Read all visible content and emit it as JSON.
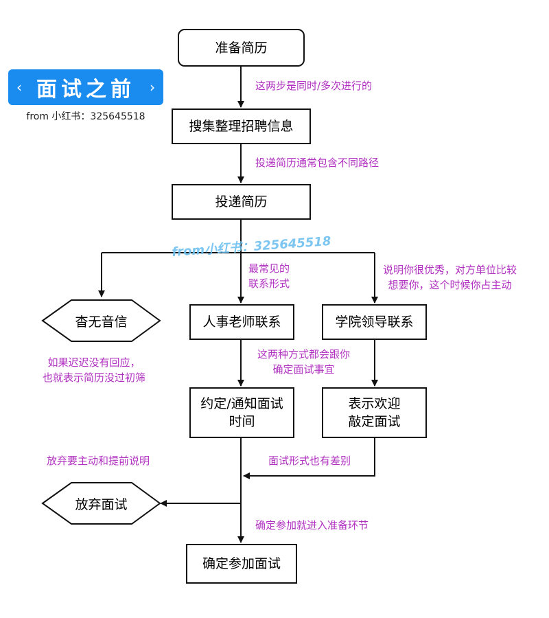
{
  "badge": {
    "title": "面试之前",
    "left_arrow": "‹",
    "right_arrow": "›"
  },
  "credit": "from 小红书：325645518",
  "watermark": "from小红书：325645518",
  "nodes": {
    "prepare_resume": "准备简历",
    "collect_info": "搜集整理招聘信息",
    "submit_resume": "投递简历",
    "no_response": "杳无音信",
    "hr_contact": "人事老师联系",
    "leader_contact": "学院领导联系",
    "schedule_line1": "约定/通知面试",
    "schedule_line2": "时间",
    "welcome_line1": "表示欢迎",
    "welcome_line2": "敲定面试",
    "give_up": "放弃面试",
    "confirm": "确定参加面试"
  },
  "notes": {
    "simultaneous": "这两步是同时/多次进行的",
    "paths": "投递简历通常包含不同路径",
    "common_line1": "最常见的",
    "common_line2": "联系形式",
    "excellent_line1": "说明你很优秀，对方单位比较",
    "excellent_line2": "想要你，这个时候你占主动",
    "no_reply_line1": "如果迟迟没有回应，",
    "no_reply_line2": "也就表示简历没过初筛",
    "both_line1": "这两种方式都会跟你",
    "both_line2": "确定面试事宜",
    "give_up_note": "放弃要主动和提前说明",
    "form_diff": "面试形式也有差别",
    "confirm_note": "确定参加就进入准备环节"
  },
  "colors": {
    "note": "#b030c0",
    "badge": "#1a8cf0",
    "line": "#111111"
  }
}
